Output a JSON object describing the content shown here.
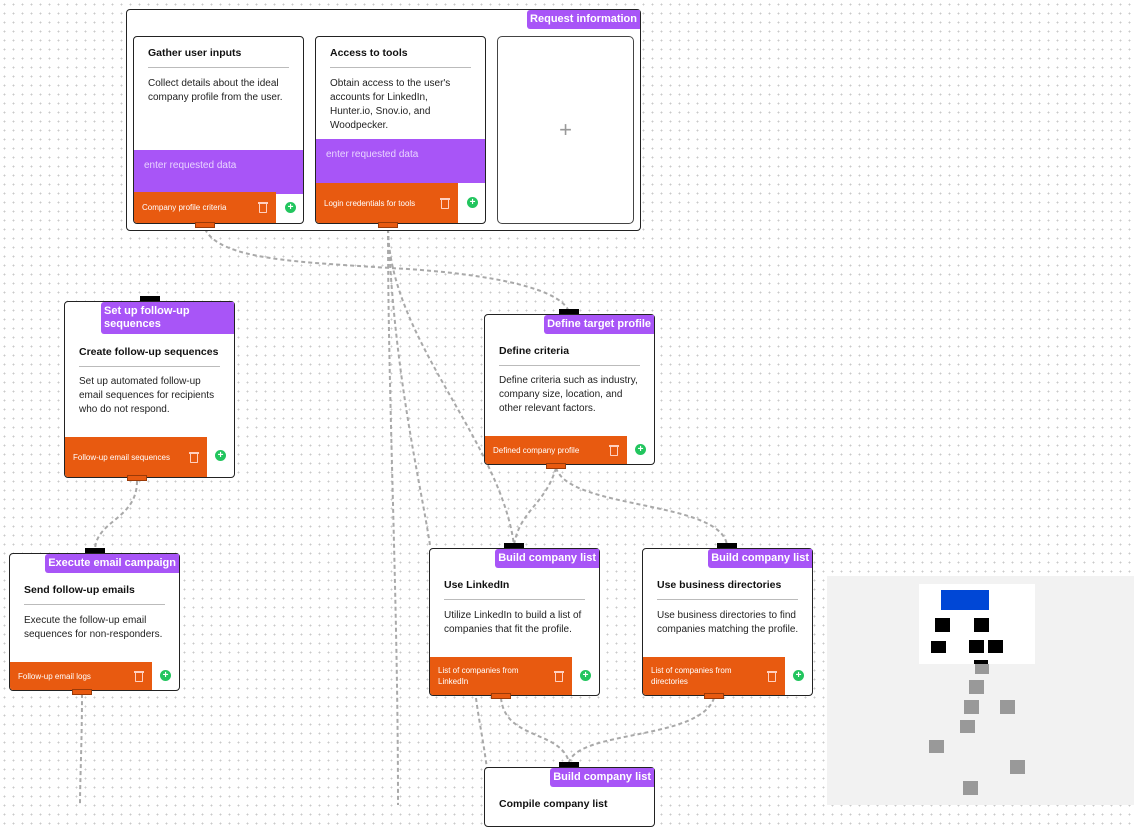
{
  "group": {
    "tag": "Request information",
    "cards": [
      {
        "title": "Gather user inputs",
        "description": "Collect details about the ideal company profile from the user.",
        "input_placeholder": "enter requested data",
        "output": "Company profile criteria"
      },
      {
        "title": "Access to tools",
        "description": "Obtain access to the user's accounts for LinkedIn, Hunter.io, Snov.io, and Woodpecker.",
        "input_placeholder": "enter requested data",
        "output": "Login credentials for tools"
      }
    ],
    "add_symbol": "+"
  },
  "nodes": {
    "followup": {
      "tag": "Set up follow-up sequences",
      "title": "Create follow-up sequences",
      "description": "Set up automated follow-up email sequences for recipients who do not respond.",
      "output": "Follow-up email sequences"
    },
    "define": {
      "tag": "Define target profile",
      "title": "Define criteria",
      "description": "Define criteria such as industry, company size, location, and other relevant factors.",
      "output": "Defined company profile"
    },
    "send": {
      "tag": "Execute email campaign",
      "title": "Send follow-up emails",
      "description": "Execute the follow-up email sequences for non-responders.",
      "output": "Follow-up email logs"
    },
    "linkedin": {
      "tag": "Build company list",
      "title": "Use LinkedIn",
      "description": "Utilize LinkedIn to build a list of companies that fit the profile.",
      "output": "List of companies from LinkedIn"
    },
    "directories": {
      "tag": "Build company list",
      "title": "Use business directories",
      "description": "Use business directories to find companies matching the profile.",
      "output": "List of companies from directories"
    },
    "compile": {
      "tag": "Build company list",
      "title": "Compile company list"
    }
  },
  "add_icon_symbol": "+",
  "colors": {
    "tag": "#a855f7",
    "output": "#e85a10",
    "add": "#22c55e",
    "minimap_highlight": "#0047d6"
  }
}
